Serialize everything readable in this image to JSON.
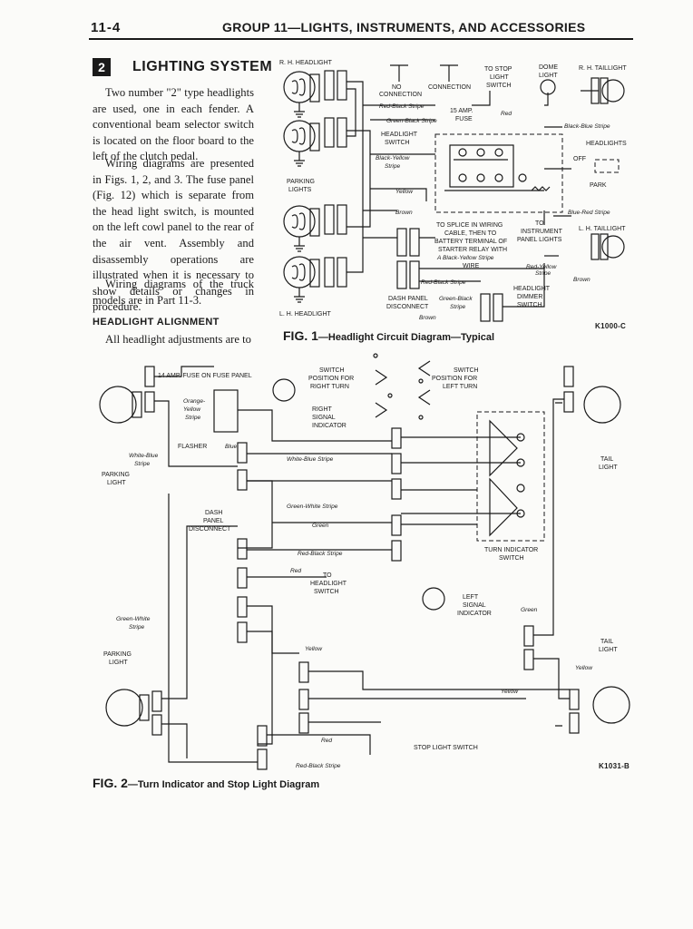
{
  "header": {
    "page_number": "11-4",
    "group_title": "GROUP 11—LIGHTS, INSTRUMENTS, AND ACCESSORIES"
  },
  "section": {
    "number": "2",
    "title": "LIGHTING SYSTEM",
    "paragraphs": [
      "Two number \"2\" type headlights are used, one in each fender. A conventional beam selector switch is located on the floor board to the left of the clutch pedal.",
      "Wiring diagrams are presented in Figs. 1, 2, and 3. The fuse panel (Fig. 12) which is separate from the head light switch, is mounted on the left cowl panel to the rear of the air vent. Assembly and disassembly operations are illustrated when it is necessary to show details or changes in procedure.",
      "Wiring diagrams of the truck models are in Part 11-3."
    ],
    "subheading": "HEADLIGHT ALIGNMENT",
    "subheading_text": "All headlight adjustments are to"
  },
  "fig1": {
    "caption_prefix": "FIG. 1",
    "caption_text": "—Headlight Circuit Diagram—Typical",
    "ref": "K1000-C",
    "labels": {
      "rh_headlight": "R. H. HEADLIGHT",
      "lh_headlight": "L. H. HEADLIGHT",
      "parking_lights": [
        "PARKING",
        "LIGHTS"
      ],
      "no_connection": [
        "NO",
        "CONNECTION"
      ],
      "connection": "CONNECTION",
      "to_stop_light_switch": [
        "TO STOP",
        "LIGHT",
        "SWITCH"
      ],
      "dome_light": [
        "DOME",
        "LIGHT"
      ],
      "rh_taillight": "R. H. TAILLIGHT",
      "lh_taillight": "L. H. TAILLIGHT",
      "fuse": [
        "15 AMP.",
        "FUSE"
      ],
      "headlight_switch": [
        "HEADLIGHT",
        "SWITCH"
      ],
      "headlights": "HEADLIGHTS",
      "off": "OFF",
      "park": "PARK",
      "to_splice": [
        "TO SPLICE IN WIRING",
        "CABLE, THEN TO",
        "BATTERY TERMINAL OF",
        "STARTER RELAY WITH",
        "A  Black-Yellow Stripe",
        "WIRE"
      ],
      "to_instrument": [
        "TO",
        "INSTRUMENT",
        "PANEL LIGHTS"
      ],
      "headlight_dimmer": [
        "HEADLIGHT",
        "DIMMER",
        "SWITCH"
      ],
      "dash_panel_disconnect": [
        "DASH PANEL",
        "DISCONNECT"
      ],
      "wire_red_black": "Red-Black Stripe",
      "wire_green_black": "Green-Black Stripe",
      "wire_red_black_2": "Red-Black Stripe",
      "wire_black_yellow": [
        "Black-Yellow",
        "Stripe"
      ],
      "wire_yellow": "Yellow",
      "wire_brown": "Brown",
      "wire_red": "Red",
      "wire_black_blue": "Black-Blue Stripe",
      "wire_blue_red": "Blue-Red Stripe",
      "wire_red_yellow": [
        "Red-Yellow",
        "Stripe"
      ],
      "wire_brown_2": "Brown",
      "wire_green_black_2": [
        "Green-Black",
        "Stripe"
      ],
      "wire_brown_3": "Brown"
    }
  },
  "fig2": {
    "caption_prefix": "FIG. 2",
    "caption_text": "—Turn Indicator and Stop Light Diagram",
    "ref": "K1031-B",
    "labels": {
      "fuse_14": "14 AMP. FUSE ON FUSE PANEL",
      "switch_right": [
        "SWITCH",
        "POSITION FOR",
        "RIGHT TURN"
      ],
      "switch_left": [
        "SWITCH",
        "POSITION FOR",
        "LEFT TURN"
      ],
      "right_indicator": [
        "RIGHT",
        "SIGNAL",
        "INDICATOR"
      ],
      "left_indicator": [
        "LEFT",
        "SIGNAL",
        "INDICATOR"
      ],
      "orange_yellow": [
        "Orange-",
        "Yellow",
        "Stripe"
      ],
      "flasher": "FLASHER",
      "blue": "Blue",
      "white_blue_stripe": [
        "White-Blue",
        "Stripe"
      ],
      "white_blue_stripe_2": "White-Blue Stripe",
      "parking_light": [
        "PARKING",
        "LIGHT"
      ],
      "dash_panel_disconnect": [
        "DASH",
        "PANEL",
        "DISCONNECT"
      ],
      "green_white_stripe": "Green-White Stripe",
      "green": "Green",
      "red_black_stripe": "Red-Black Stripe",
      "red": "Red",
      "to_headlight_switch": [
        "TO",
        "HEADLIGHT",
        "SWITCH"
      ],
      "green_white_2": [
        "Green-White",
        "Stripe"
      ],
      "yellow": "Yellow",
      "yellow_2": "Yellow",
      "yellow_3": "Yellow",
      "green_2": "Green",
      "tail_light": [
        "TAIL",
        "LIGHT"
      ],
      "turn_indicator_switch": [
        "TURN INDICATOR",
        "SWITCH"
      ],
      "red_2": "Red",
      "red_black_stripe_2": "Red-Black Stripe",
      "stop_light_switch": "STOP LIGHT SWITCH"
    }
  }
}
